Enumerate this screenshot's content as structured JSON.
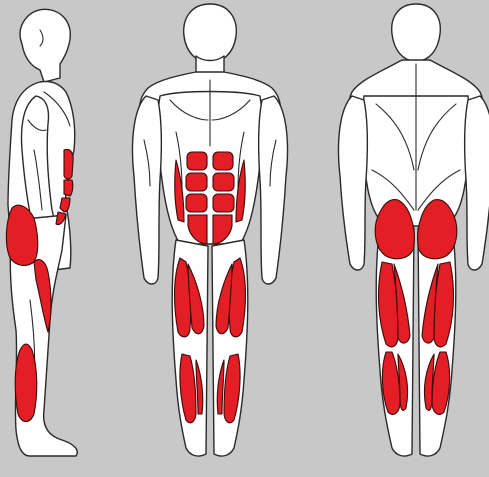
{
  "figure": {
    "views": [
      "side",
      "front",
      "back"
    ],
    "colors": {
      "background": "#c8c8c8",
      "body_fill": "#ffffff",
      "outline": "#2a2a2a",
      "highlight": "#e31e24"
    },
    "highlighted_muscles": {
      "side": [
        "abdominals",
        "gluteus",
        "hamstrings",
        "calf"
      ],
      "front": [
        "abdominals",
        "quadriceps",
        "tibialis"
      ],
      "back": [
        "gluteus",
        "hamstrings",
        "calves"
      ]
    }
  }
}
